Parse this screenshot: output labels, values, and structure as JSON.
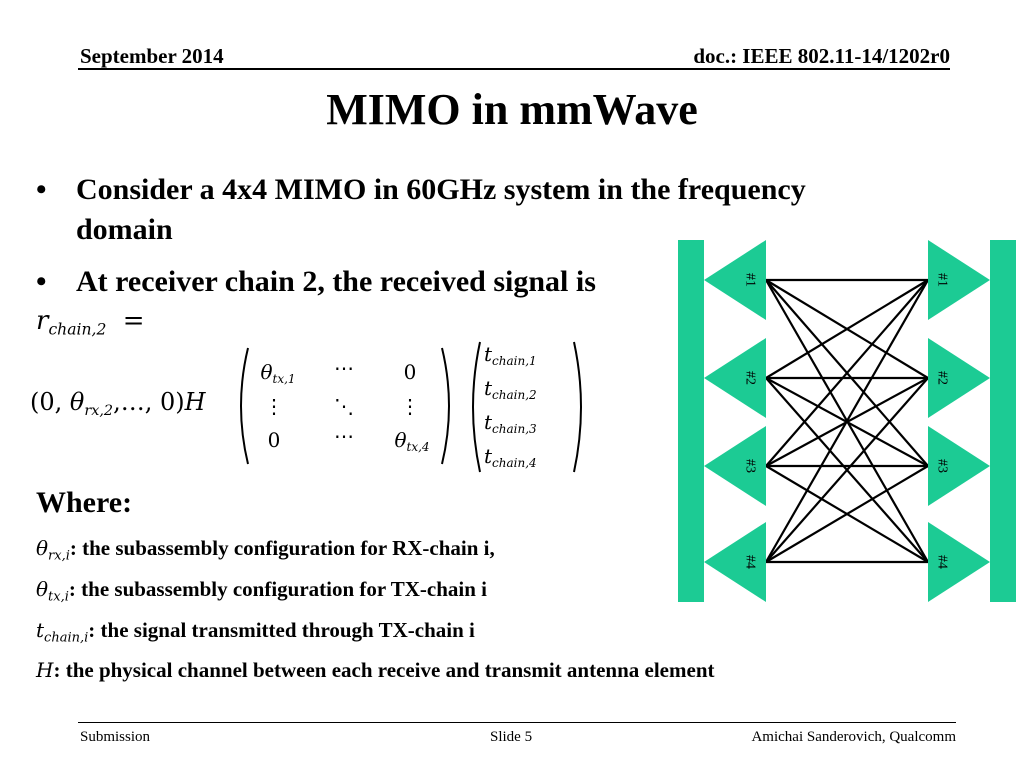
{
  "header": {
    "date": "September 2014",
    "doc": "doc.: IEEE 802.11-14/1202r0"
  },
  "title": "MIMO in mmWave",
  "bullets": [
    {
      "line1": "Consider a 4x4 MIMO in 60GHz system in the frequency",
      "line2": "domain"
    },
    {
      "line1": "At receiver chain 2, the received signal is"
    }
  ],
  "equation": {
    "lhs_symbol": "r",
    "lhs_sub": "chain,2",
    "equals": "=",
    "row_vector_open": "(0, ",
    "row_vector_theta": "θ",
    "row_vector_sub": "rx,2",
    "row_vector_close": ",…, 0)",
    "channel": "H",
    "matrix": {
      "theta": "θ",
      "r1c1_sub": "tx,1",
      "r1c2": "⋯",
      "r1c3": "0",
      "r2c1": "⋮",
      "r2c2": "⋱",
      "r2c3": "⋮",
      "r3c1": "0",
      "r3c2": "⋯",
      "r3c3_sub": "tx,4"
    },
    "t_symbol": "t",
    "t_subs": [
      "chain,1",
      "chain,2",
      "chain,3",
      "chain,4"
    ]
  },
  "where_heading": "Where:",
  "definitions": [
    {
      "sym": "θ",
      "sub": "rx,i",
      "text": ": the subassembly configuration for RX-chain i,"
    },
    {
      "sym": "θ",
      "sub": "tx,i",
      "text": ": the subassembly configuration for TX-chain i"
    },
    {
      "sym": "t",
      "sub": "chain,i",
      "text": ": the signal transmitted through TX-chain i"
    },
    {
      "sym": "H",
      "sub": "",
      "text": ": the physical channel between each receive and transmit antenna element"
    }
  ],
  "diagram": {
    "color": "#1ccb94",
    "tx_labels": [
      "#1",
      "#2",
      "#3",
      "#4"
    ],
    "rx_labels": [
      "#1",
      "#2",
      "#3",
      "#4"
    ]
  },
  "footer": {
    "left": "Submission",
    "center": "Slide 5",
    "right": "Amichai Sanderovich, Qualcomm"
  }
}
